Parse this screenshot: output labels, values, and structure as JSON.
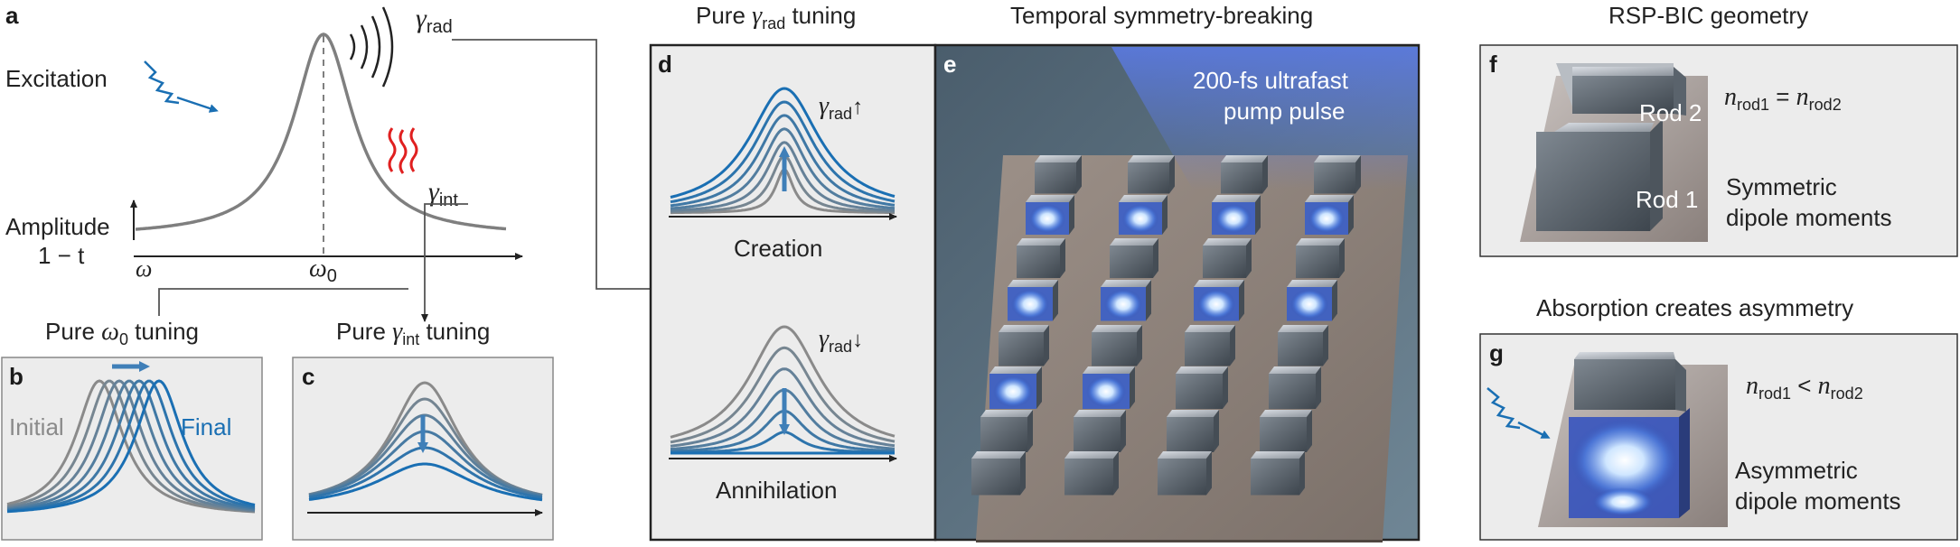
{
  "panel_labels": {
    "a": "a",
    "b": "b",
    "c": "c",
    "d": "d",
    "e": "e",
    "f": "f",
    "g": "g"
  },
  "panel_a": {
    "excitation": "Excitation",
    "gamma_rad_sym": "γ",
    "gamma_rad_sub": "rad",
    "gamma_int_sym": "γ",
    "gamma_int_sub": "int",
    "ylabel_line1": "Amplitude",
    "ylabel_line2": "1 − t",
    "x_left": "ω",
    "x_center_sym": "ω",
    "x_center_sub": "0"
  },
  "panel_b": {
    "title_pre": "Pure ",
    "title_sym": "ω",
    "title_sub": "0",
    "title_post": " tuning",
    "initial": "Initial",
    "final": "Final"
  },
  "panel_c": {
    "title_pre": "Pure ",
    "title_sym": "γ",
    "title_sub": "int",
    "title_post": " tuning"
  },
  "panel_d": {
    "title_pre": "Pure ",
    "title_sym": "γ",
    "title_sub": "rad",
    "title_post": " tuning",
    "upper_sym": "γ",
    "upper_sub": "rad",
    "upper_arrow": "↑",
    "lower_sym": "γ",
    "lower_sub": "rad",
    "lower_arrow": "↓",
    "creation": "Creation",
    "annihilation": "Annihilation"
  },
  "panel_e": {
    "title": "Temporal symmetry-breaking",
    "pump_line1": "200-fs ultrafast",
    "pump_line2": "pump pulse"
  },
  "panel_f": {
    "title": "RSP-BIC geometry",
    "rod2": "Rod 2",
    "rod1": "Rod 1",
    "eq_n1": "n",
    "eq_n1_sub": "rod1",
    "eq_rel": " = ",
    "eq_n2": "n",
    "eq_n2_sub": "rod2",
    "desc_line1": "Symmetric",
    "desc_line2": "dipole moments"
  },
  "panel_g": {
    "title": "Absorption creates asymmetry",
    "eq_n1": "n",
    "eq_n1_sub": "rod1",
    "eq_rel": " < ",
    "eq_n2": "n",
    "eq_n2_sub": "rod2",
    "desc_line1": "Asymmetric",
    "desc_line2": "dipole moments"
  },
  "colors": {
    "gray": "#8a8a8a",
    "blue": "#1a6fb3",
    "red": "#e02020",
    "panel_bg": "#ececec"
  }
}
